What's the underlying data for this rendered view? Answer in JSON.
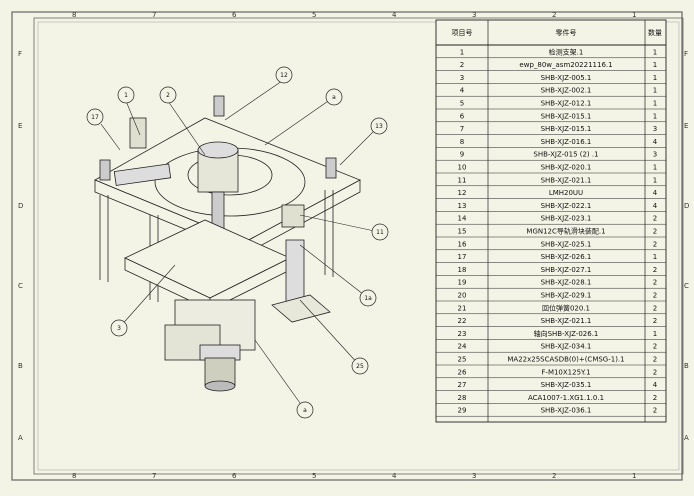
{
  "bom": {
    "header": {
      "item": "项目号",
      "part": "零件号",
      "qty": "数量"
    },
    "rows": [
      {
        "item": "1",
        "part": "检测支架.1",
        "qty": "1"
      },
      {
        "item": "2",
        "part": "ewp_80w_asm20221116.1",
        "qty": "1"
      },
      {
        "item": "3",
        "part": "SHB-XJZ-005.1",
        "qty": "1"
      },
      {
        "item": "4",
        "part": "SHB-XJZ-002.1",
        "qty": "1"
      },
      {
        "item": "5",
        "part": "SHB-XJZ-012.1",
        "qty": "1"
      },
      {
        "item": "6",
        "part": "SHB-XJZ-015.1",
        "qty": "1"
      },
      {
        "item": "7",
        "part": "SHB-XJZ-015.1",
        "qty": "3"
      },
      {
        "item": "8",
        "part": "SHB-XJZ-016.1",
        "qty": "4"
      },
      {
        "item": "9",
        "part": "SHB-XJZ-015 (2) .1",
        "qty": "3"
      },
      {
        "item": "10",
        "part": "SHB-XJZ-020.1",
        "qty": "1"
      },
      {
        "item": "11",
        "part": "SHB-XJZ-021.1",
        "qty": "1"
      },
      {
        "item": "12",
        "part": "LMH20UU",
        "qty": "4"
      },
      {
        "item": "13",
        "part": "SHB-XJZ-022.1",
        "qty": "4"
      },
      {
        "item": "14",
        "part": "SHB-XJZ-023.1",
        "qty": "2"
      },
      {
        "item": "15",
        "part": "MGN12C导轨滑块装配.1",
        "qty": "2"
      },
      {
        "item": "16",
        "part": "SHB-XJZ-025.1",
        "qty": "2"
      },
      {
        "item": "17",
        "part": "SHB-XJZ-026.1",
        "qty": "1"
      },
      {
        "item": "18",
        "part": "SHB-XJZ-027.1",
        "qty": "2"
      },
      {
        "item": "19",
        "part": "SHB-XJZ-028.1",
        "qty": "2"
      },
      {
        "item": "20",
        "part": "SHB-XJZ-029.1",
        "qty": "2"
      },
      {
        "item": "21",
        "part": "回位弹簧020.1",
        "qty": "2"
      },
      {
        "item": "22",
        "part": "SHB-XJZ-021.1",
        "qty": "2"
      },
      {
        "item": "23",
        "part": "轴向SHB-XJZ-026.1",
        "qty": "1"
      },
      {
        "item": "24",
        "part": "SHB-XJZ-034.1",
        "qty": "2"
      },
      {
        "item": "25",
        "part": "MA22x25SCASDB(0)+(CMSG-1).1",
        "qty": "2"
      },
      {
        "item": "26",
        "part": "F-M10X125Y.1",
        "qty": "2"
      },
      {
        "item": "27",
        "part": "SHB-XJZ-035.1",
        "qty": "4"
      },
      {
        "item": "28",
        "part": "ACA1007-1.XG1.1.0.1",
        "qty": "2"
      },
      {
        "item": "29",
        "part": "SHB-XJZ-036.1",
        "qty": "2"
      }
    ]
  },
  "frame": {
    "top_numbers": [
      "8",
      "7",
      "6",
      "5",
      "4",
      "3",
      "2",
      "1"
    ],
    "bottom_numbers": [
      "8",
      "7",
      "6",
      "5",
      "4",
      "3",
      "2",
      "1"
    ],
    "left_letters": [
      "F",
      "E",
      "D",
      "C",
      "B",
      "A"
    ],
    "right_letters": [
      "F",
      "E",
      "D",
      "C",
      "B",
      "A"
    ]
  },
  "callouts": [
    {
      "label": "1"
    },
    {
      "label": "2"
    },
    {
      "label": "12"
    },
    {
      "label": "17"
    },
    {
      "label": "a"
    },
    {
      "label": "13"
    },
    {
      "label": "11"
    },
    {
      "label": "1a"
    },
    {
      "label": "3"
    },
    {
      "label": "25"
    },
    {
      "label": "a"
    }
  ],
  "colors": {
    "paper": "#f4f4e6",
    "line": "#222222",
    "border": "#555555"
  }
}
